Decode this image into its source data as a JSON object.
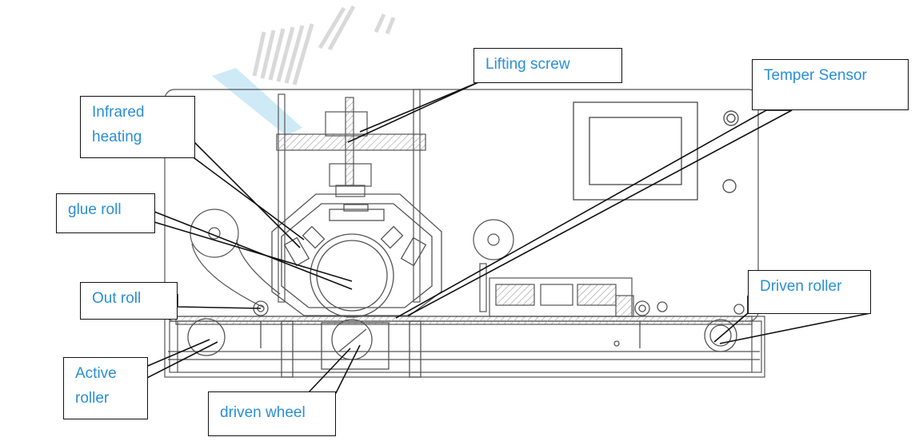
{
  "colors": {
    "label_text": "#2a8fd6",
    "line": "#111111",
    "drawing": "#555555",
    "watermark_blue": "#cfeaf7",
    "watermark_gray": "#d9d9d9"
  },
  "callouts": {
    "lifting_screw": "Lifting screw",
    "temper_sensor": "Temper Sensor",
    "infrared_heating": "Infrared\nheating",
    "glue_roll": "glue roll",
    "out_roll": "Out roll",
    "driven_roller": "Driven roller",
    "active_roller": "Active\nroller",
    "driven_wheel": "driven wheel"
  }
}
